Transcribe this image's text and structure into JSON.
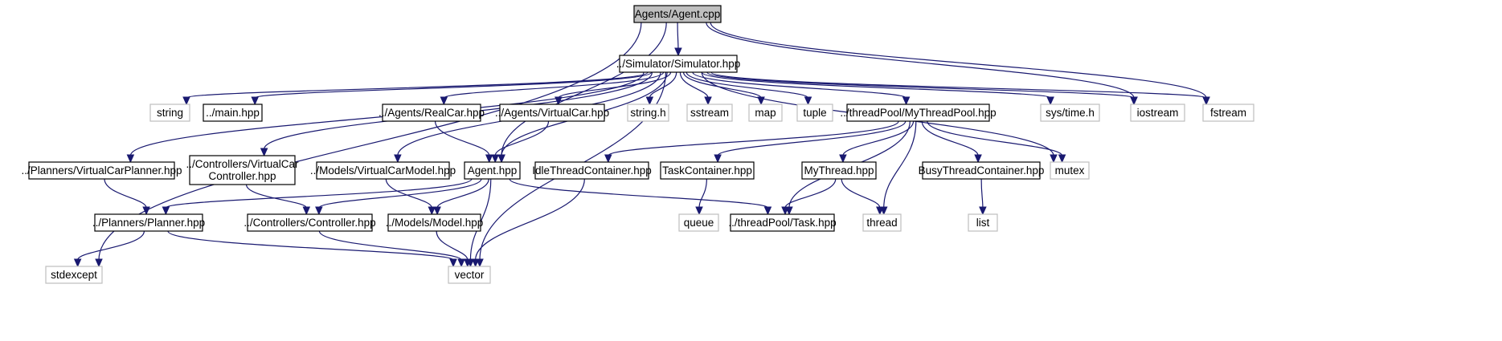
{
  "diagram": {
    "nodes": [
      {
        "id": "agent_cpp",
        "label": "Agents/Agent.cpp",
        "style": "root"
      },
      {
        "id": "simulator",
        "label": "../Simulator/Simulator.hpp",
        "style": "internal"
      },
      {
        "id": "string",
        "label": "string",
        "style": "external"
      },
      {
        "id": "main",
        "label": "../main.hpp",
        "style": "internal"
      },
      {
        "id": "realcar",
        "label": "../Agents/RealCar.hpp",
        "style": "internal"
      },
      {
        "id": "virtualcar",
        "label": "../Agents/VirtualCar.hpp",
        "style": "internal"
      },
      {
        "id": "string_h",
        "label": "string.h",
        "style": "external"
      },
      {
        "id": "sstream",
        "label": "sstream",
        "style": "external"
      },
      {
        "id": "map",
        "label": "map",
        "style": "external"
      },
      {
        "id": "tuple",
        "label": "tuple",
        "style": "external"
      },
      {
        "id": "mythreadpool",
        "label": "../threadPool/MyThreadPool.hpp",
        "style": "internal"
      },
      {
        "id": "systime",
        "label": "sys/time.h",
        "style": "external"
      },
      {
        "id": "iostream",
        "label": "iostream",
        "style": "external"
      },
      {
        "id": "fstream",
        "label": "fstream",
        "style": "external"
      },
      {
        "id": "vcplanner",
        "label": "../Planners/VirtualCarPlanner.hpp",
        "style": "internal"
      },
      {
        "id": "vccontroller",
        "label": "../Controllers/VirtualCar\nController.hpp",
        "style": "internal"
      },
      {
        "id": "vcmodel",
        "label": "../Models/VirtualCarModel.hpp",
        "style": "internal"
      },
      {
        "id": "agent_hpp",
        "label": "Agent.hpp",
        "style": "internal"
      },
      {
        "id": "idle",
        "label": "IdleThreadContainer.hpp",
        "style": "internal"
      },
      {
        "id": "taskcontainer",
        "label": "TaskContainer.hpp",
        "style": "internal"
      },
      {
        "id": "mythread",
        "label": "MyThread.hpp",
        "style": "internal"
      },
      {
        "id": "busy",
        "label": "BusyThreadContainer.hpp",
        "style": "internal"
      },
      {
        "id": "mutex",
        "label": "mutex",
        "style": "external"
      },
      {
        "id": "planner",
        "label": "../Planners/Planner.hpp",
        "style": "internal"
      },
      {
        "id": "controller",
        "label": "../Controllers/Controller.hpp",
        "style": "internal"
      },
      {
        "id": "model",
        "label": "../Models/Model.hpp",
        "style": "internal"
      },
      {
        "id": "queue",
        "label": "queue",
        "style": "external"
      },
      {
        "id": "task",
        "label": "../threadPool/Task.hpp",
        "style": "internal"
      },
      {
        "id": "thread",
        "label": "thread",
        "style": "external"
      },
      {
        "id": "list",
        "label": "list",
        "style": "external"
      },
      {
        "id": "stdexcept",
        "label": "stdexcept",
        "style": "external"
      },
      {
        "id": "vector",
        "label": "vector",
        "style": "external"
      }
    ],
    "edges": [
      {
        "from": "agent_cpp",
        "to": "simulator"
      },
      {
        "from": "agent_cpp",
        "to": "stdexcept"
      },
      {
        "from": "agent_cpp",
        "to": "agent_hpp"
      },
      {
        "from": "agent_cpp",
        "to": "iostream"
      },
      {
        "from": "agent_cpp",
        "to": "fstream"
      },
      {
        "from": "simulator",
        "to": "string"
      },
      {
        "from": "simulator",
        "to": "main"
      },
      {
        "from": "simulator",
        "to": "realcar"
      },
      {
        "from": "simulator",
        "to": "virtualcar"
      },
      {
        "from": "simulator",
        "to": "string_h"
      },
      {
        "from": "simulator",
        "to": "sstream"
      },
      {
        "from": "simulator",
        "to": "map"
      },
      {
        "from": "simulator",
        "to": "tuple"
      },
      {
        "from": "simulator",
        "to": "mythreadpool"
      },
      {
        "from": "simulator",
        "to": "systime"
      },
      {
        "from": "simulator",
        "to": "iostream"
      },
      {
        "from": "simulator",
        "to": "fstream"
      },
      {
        "from": "simulator",
        "to": "mutex"
      },
      {
        "from": "simulator",
        "to": "vector"
      },
      {
        "from": "simulator",
        "to": "vcplanner"
      },
      {
        "from": "simulator",
        "to": "vccontroller"
      },
      {
        "from": "simulator",
        "to": "vcmodel"
      },
      {
        "from": "simulator",
        "to": "agent_hpp"
      },
      {
        "from": "realcar",
        "to": "agent_hpp"
      },
      {
        "from": "virtualcar",
        "to": "agent_hpp"
      },
      {
        "from": "mythreadpool",
        "to": "idle"
      },
      {
        "from": "mythreadpool",
        "to": "taskcontainer"
      },
      {
        "from": "mythreadpool",
        "to": "mythread"
      },
      {
        "from": "mythreadpool",
        "to": "busy"
      },
      {
        "from": "mythreadpool",
        "to": "mutex"
      },
      {
        "from": "mythreadpool",
        "to": "task"
      },
      {
        "from": "mythreadpool",
        "to": "thread"
      },
      {
        "from": "vcplanner",
        "to": "planner"
      },
      {
        "from": "vccontroller",
        "to": "controller"
      },
      {
        "from": "vcmodel",
        "to": "model"
      },
      {
        "from": "agent_hpp",
        "to": "planner"
      },
      {
        "from": "agent_hpp",
        "to": "controller"
      },
      {
        "from": "agent_hpp",
        "to": "model"
      },
      {
        "from": "agent_hpp",
        "to": "task"
      },
      {
        "from": "agent_hpp",
        "to": "vector"
      },
      {
        "from": "idle",
        "to": "vector"
      },
      {
        "from": "taskcontainer",
        "to": "queue"
      },
      {
        "from": "mythread",
        "to": "task"
      },
      {
        "from": "mythread",
        "to": "thread"
      },
      {
        "from": "busy",
        "to": "list"
      },
      {
        "from": "planner",
        "to": "stdexcept"
      },
      {
        "from": "planner",
        "to": "vector"
      },
      {
        "from": "controller",
        "to": "vector"
      },
      {
        "from": "model",
        "to": "vector"
      }
    ]
  }
}
